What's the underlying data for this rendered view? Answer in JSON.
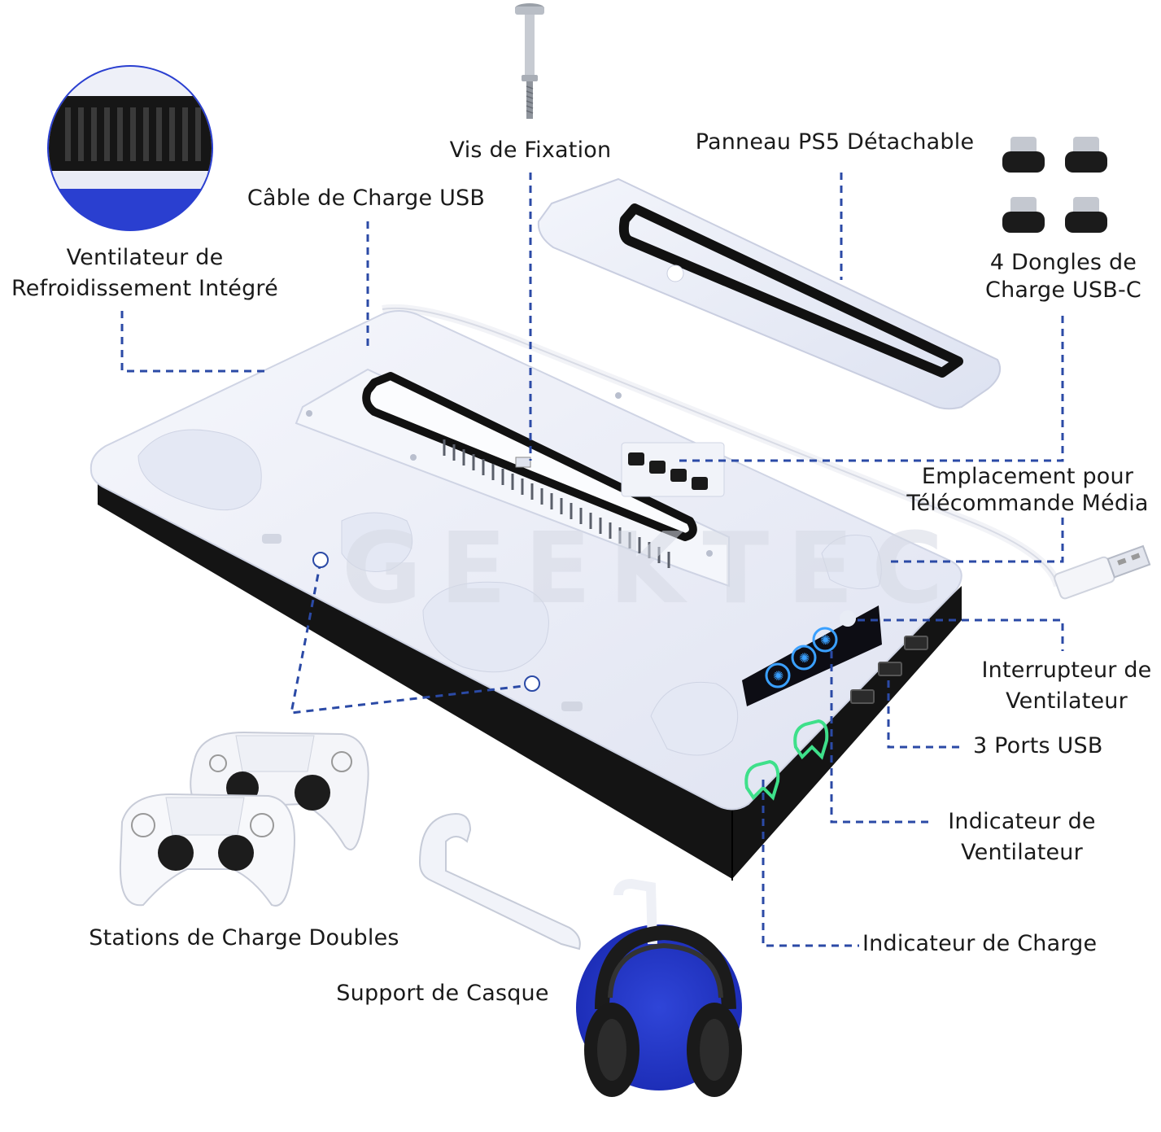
{
  "labels": {
    "screw": "Vis de Fixation",
    "panel": "Panneau PS5 Détachable",
    "usb_cable": "Câble de Charge USB",
    "fan_line1": "Ventilateur de",
    "fan_line2": "Refroidissement Intégré",
    "dongles_line1": "4 Dongles de",
    "dongles_line2": "Charge USB-C",
    "remote_line1": "Emplacement pour",
    "remote_line2": "Télécommande Média",
    "fan_switch_line1": "Interrupteur de",
    "fan_switch_line2": "Ventilateur",
    "usb_ports": "3 Ports USB",
    "fan_indicator_line1": "Indicateur de",
    "fan_indicator_line2": "Ventilateur",
    "charge_indicator": "Indicateur de Charge",
    "dual_stations": "Stations de Charge Doubles",
    "headset_holder": "Support de Casque"
  },
  "watermark": "GEEKTEC",
  "colors": {
    "callout_line": "#2b4aa6",
    "accent_blue": "#2a3fd0",
    "led_blue": "#3aa0ff",
    "led_green": "#3ee08a",
    "device_white": "#eef0f8",
    "device_black": "#141414"
  }
}
